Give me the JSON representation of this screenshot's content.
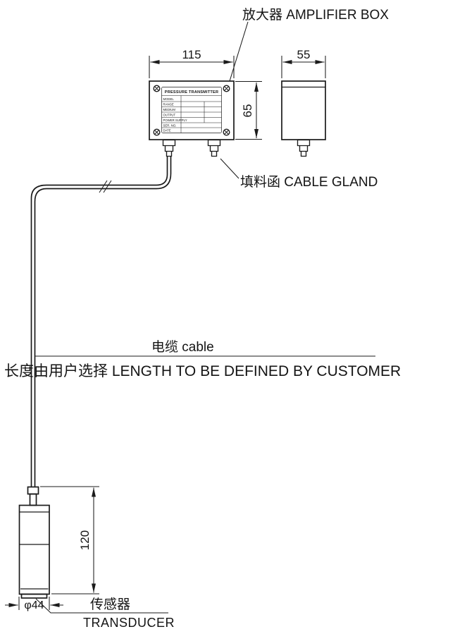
{
  "drawing": {
    "kind": "pressure-transmitter-outline-drawing"
  },
  "labels": {
    "amplifier_box": "放大器 AMPLIFIER BOX",
    "cable_gland": "填料函 CABLE GLAND",
    "cable": "电缆  cable",
    "length_note": "长度由用户选择 LENGTH TO BE DEFINED BY CUSTOMER",
    "transducer_cn": "传感器",
    "transducer_en": "TRANSDUCER"
  },
  "dimensions": {
    "front_width": "115",
    "side_width": "55",
    "front_height": "65",
    "transducer_length": "120",
    "transducer_diameter": "φ44"
  },
  "nameplate": {
    "title": "PRESSURE TRANSMITTER",
    "rows": [
      "MODEL",
      "RANGE",
      "MEDIUM",
      "OUTPUT",
      "POWER SUPPLY",
      "SER. NO.",
      "DATE"
    ]
  },
  "colors": {
    "line": "#1b1b1b",
    "background": "#ffffff"
  }
}
